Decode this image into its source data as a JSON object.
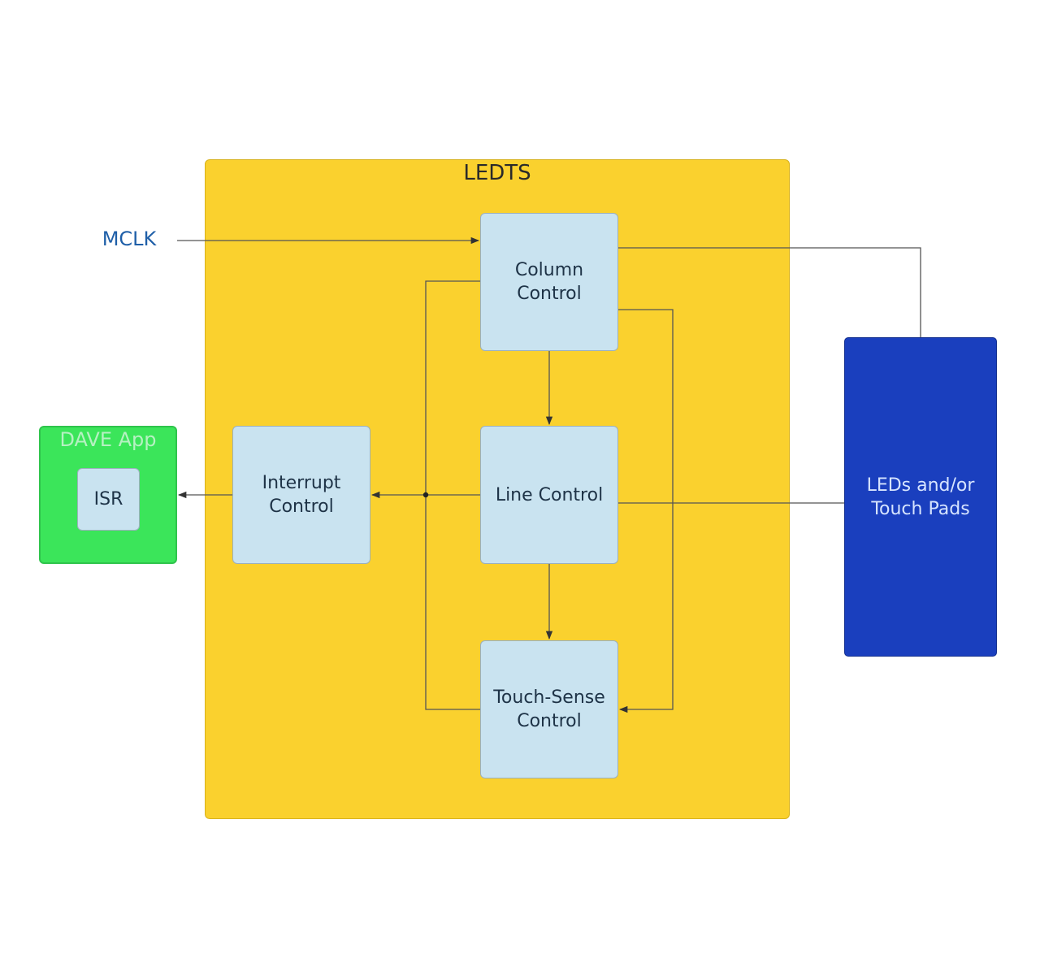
{
  "diagram": {
    "module_title": "LEDTS",
    "input_label": "MCLK",
    "blocks": {
      "column_control": "Column\nControl",
      "line_control": "Line Control",
      "touch_sense_control": "Touch-Sense\nControl",
      "interrupt_control": "Interrupt\nControl"
    },
    "dave_app": {
      "title": "DAVE App",
      "isr": "ISR"
    },
    "external": "LEDs and/or\nTouch Pads",
    "colors": {
      "module_fill": "#fad12e",
      "block_fill": "#c9e3f0",
      "dave_fill": "#3be55a",
      "external_fill": "#1a3fbe",
      "wire": "#555555"
    }
  }
}
